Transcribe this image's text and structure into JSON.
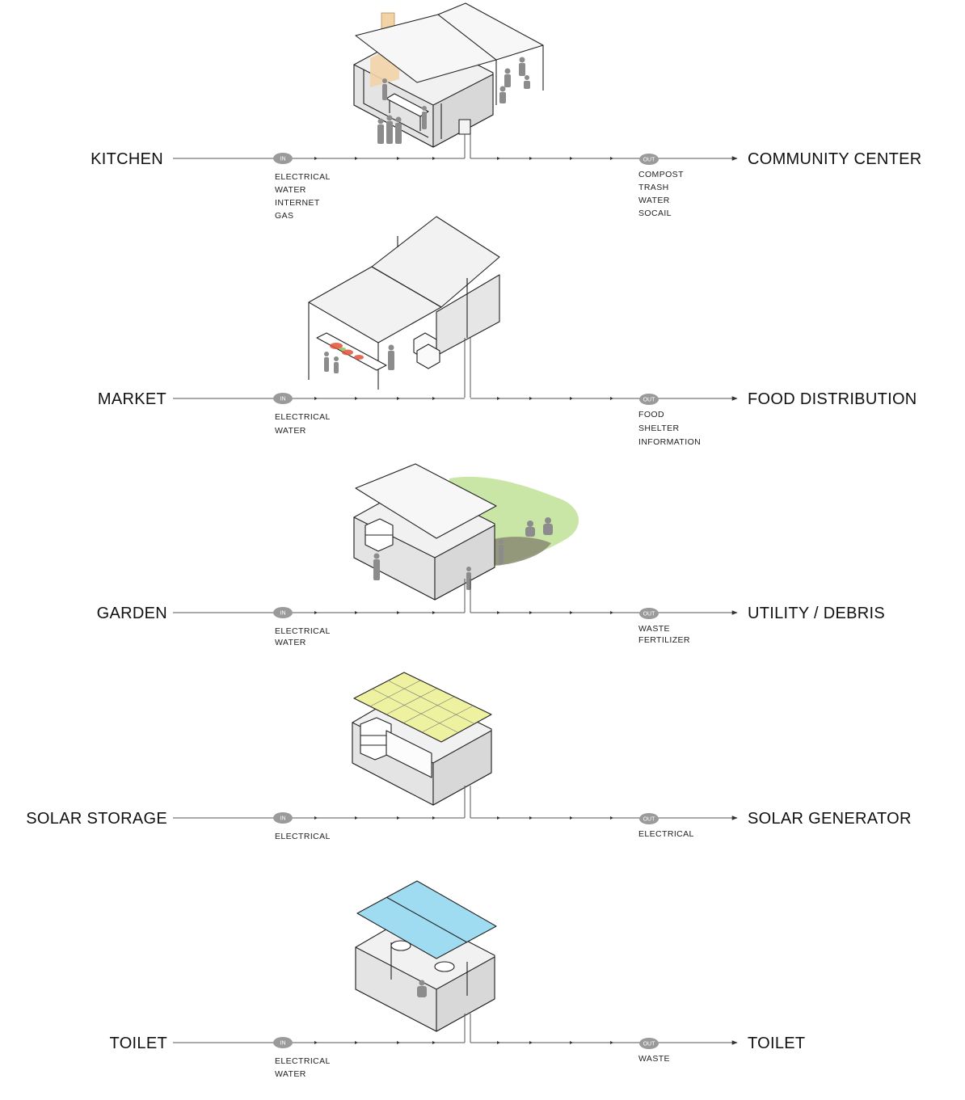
{
  "badges": {
    "in": "IN",
    "out": "OUT"
  },
  "colors": {
    "kitchen_chimney": "#f2d3a8",
    "garden_greenery": "#c9e6a6",
    "garden_soil": "#8a8a72",
    "solar_panels": "#eef2a0",
    "toilet_roof": "#9fdcf2",
    "people": "#8c8c8c",
    "market_produce": "#e0533a",
    "badge": "#9a9a9a"
  },
  "rows": [
    {
      "id": "kitchen",
      "left_label": "KITCHEN",
      "right_label": "COMMUNITY CENTER",
      "inputs": [
        "ELECTRICAL",
        "WATER",
        "INTERNET",
        "GAS"
      ],
      "outputs": [
        "COMPOST",
        "TRASH",
        "WATER",
        "SOCAIL"
      ]
    },
    {
      "id": "market",
      "left_label": "MARKET",
      "right_label": "FOOD DISTRIBUTION",
      "inputs": [
        "ELECTRICAL",
        "WATER"
      ],
      "outputs": [
        "FOOD",
        "SHELTER",
        "INFORMATION"
      ]
    },
    {
      "id": "garden",
      "left_label": "GARDEN",
      "right_label": "UTILITY / DEBRIS",
      "inputs": [
        "ELECTRICAL",
        "WATER"
      ],
      "outputs": [
        "WASTE",
        "FERTILIZER"
      ]
    },
    {
      "id": "solar",
      "left_label": "SOLAR STORAGE",
      "right_label": "SOLAR GENERATOR",
      "inputs": [
        "ELECTRICAL"
      ],
      "outputs": [
        "ELECTRICAL"
      ]
    },
    {
      "id": "toilet",
      "left_label": "TOILET",
      "right_label": "TOILET",
      "inputs": [
        "ELECTRICAL",
        "WATER"
      ],
      "outputs": [
        "WASTE"
      ]
    }
  ]
}
